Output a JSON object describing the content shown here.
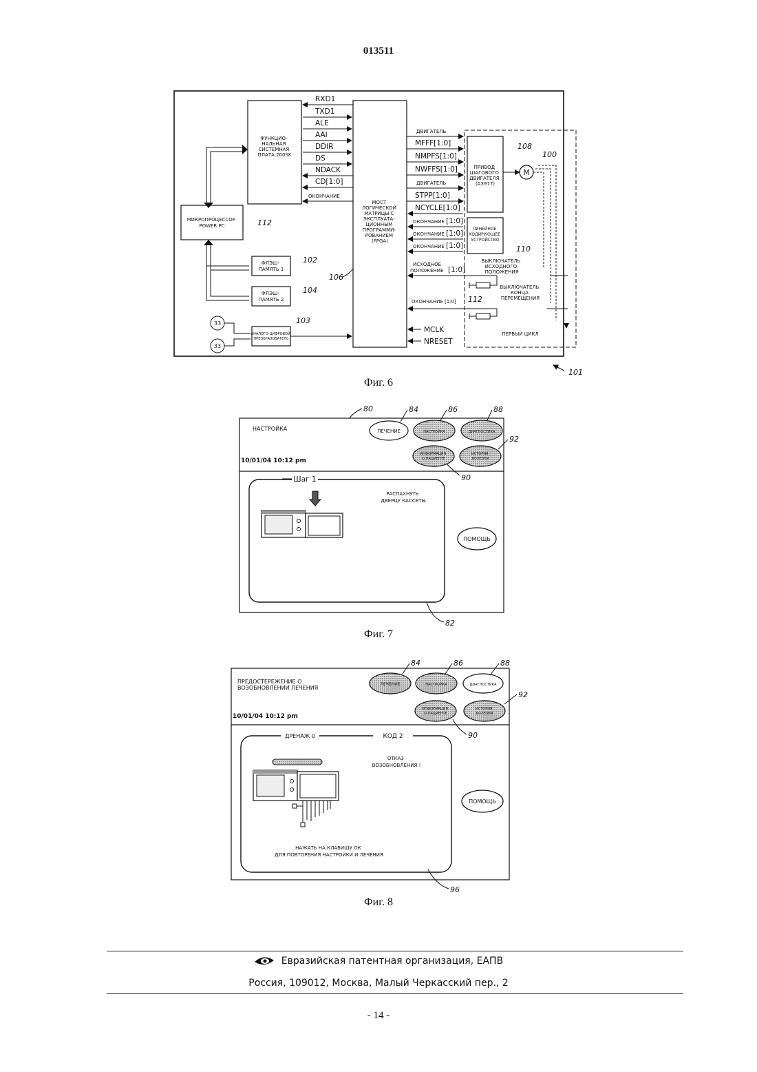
{
  "doc_number": "013511",
  "fig6": {
    "caption": "Фиг. 6",
    "board": [
      "ФУНКЦИО-",
      "НАЛЬНАЯ",
      "СИСТЕМНАЯ",
      "ПЛАТА 200SK"
    ],
    "cpu": [
      "МИКРОПРОЦЕССОР",
      "POWER PC"
    ],
    "flash1": [
      "ФЛЭШ-",
      "ПАМЯТЬ 1"
    ],
    "flash2": [
      "ФЛЭШ-",
      "ПАМЯТЬ 2"
    ],
    "adc": [
      "АНАЛОГО-ЦИФРОВОЙ",
      "ПРЕОБРАЗОВАТЕЛЬ"
    ],
    "fpga": [
      "МОСТ",
      "ЛОГИЧЕСКОЙ",
      "МАТРИЦЫ С",
      "ЭКСПЛУАТА-",
      "ЦИОННЫМ",
      "ПРОГРАММИ-",
      "РОВАНИЕМ",
      "(FPGA)"
    ],
    "driver": [
      "ПРИВОД",
      "ШАГОВОГО",
      "ДВИГАТЕЛЯ",
      "(A3977)"
    ],
    "encoder": [
      "ЛИНЕЙНОЕ",
      "КОДИРУЮЩЕЕ",
      "УСТРОЙСТВО"
    ],
    "motor": "M",
    "sensor33": "33",
    "home_switch": [
      "ВЫКЛЮЧАТЕЛЬ",
      "ИСХОДНОГО",
      "ПОЛОЖЕНИЯ"
    ],
    "end_switch": [
      "ВЫКЛЮЧАТЕЛЬ",
      "КОНЦА",
      "ПЕРЕМЕЩЕНИЯ"
    ],
    "first_cycle": "ПЕРВЫЙ ЦИКЛ",
    "left_signals": [
      "RXD1",
      "TXD1",
      "ALE",
      "AAI",
      "DDIR",
      "DS",
      "NDACK",
      "CD[1:0]"
    ],
    "left_end": "ОКОНЧАНИЕ",
    "right_signals": {
      "motor1": "ДВИГАТЕЛЬ",
      "mfff": "MFFF[1:0]",
      "nmpfs": "NMPFS[1:0]",
      "nwffs": "NWFFS[1:0]",
      "motor2": "ДВИГАТЕЛЬ",
      "stpp": "STPP[1:0]",
      "ncycle": "NCYCLE[1:0]",
      "end_label": "ОКОНЧАНИЕ",
      "end_idx": "[1:0]",
      "home_label": [
        "ИСХОДНОЕ",
        "ПОЛОЖЕНИЕ"
      ],
      "home_idx": "[1:0]",
      "end4": "ОКОНЧАНИЕ [1:0]",
      "mclk": "MCLK",
      "nreset": "NRESET"
    },
    "refs": {
      "r101": "101",
      "r102": "102",
      "r103": "103",
      "r104": "104",
      "r106": "106",
      "r108": "108",
      "r100": "100",
      "r110": "110",
      "r112a": "112",
      "r112b": "112"
    }
  },
  "fig7": {
    "caption": "Фиг. 7",
    "title": "НАСТРОЙКА",
    "datetime": "10/01/04   10:12 pm",
    "btn_treatment": "ЛЕЧЕНИЕ",
    "btn_setup": "НАСТРОЙКА",
    "btn_diag": "ДИАГНОСТИКА",
    "btn_patient": [
      "ИНФОРМАЦИЯ",
      "О ПАЦИЕНТЕ"
    ],
    "btn_history": [
      "ИСТОРИЯ",
      "БОЛЕЗНИ"
    ],
    "step": "Шаг 1",
    "instruction": [
      "РАСПАХНУТЬ",
      "ДВЕРЦУ КАССЕТЫ"
    ],
    "help": "ПОМОЩЬ",
    "refs": {
      "r80": "80",
      "r84": "84",
      "r86": "86",
      "r88": "88",
      "r92": "92",
      "r90": "90",
      "r82": "82"
    }
  },
  "fig8": {
    "caption": "Фиг. 8",
    "title": [
      "ПРЕДОСТЕРЕЖЕНИЕ О",
      "ВОЗОБНОВЛЕНИИ ЛЕЧЕНИЯ"
    ],
    "datetime": "10/01/04   10:12 pm",
    "btn_treatment": "ЛЕЧЕНИЕ",
    "btn_setup": "НАСТРОЙКА",
    "btn_diag": "ДИАГНОСТИКА",
    "btn_patient": [
      "ИНФОРМАЦИЯ",
      "О ПАЦИЕНТЕ"
    ],
    "btn_history": [
      "ИСТОРИЯ",
      "БОЛЕЗНИ"
    ],
    "drain": "ДРЕНАЖ 0",
    "code": "КОД 2",
    "failure": [
      "ОТКАЗ",
      "ВОЗОБНОВЛЕНИЯ !"
    ],
    "press_ok": [
      "НАЖАТЬ НА КЛАВИШУ ОК",
      "ДЛЯ ПОВТОРЕНИЯ НАСТРОЙКИ И ЛЕЧЕНИЯ"
    ],
    "help": "ПОМОЩЬ",
    "refs": {
      "r84": "84",
      "r86": "86",
      "r88": "88",
      "r92": "92",
      "r90": "90",
      "r96": "96"
    }
  },
  "footer": {
    "org": "Евразийская патентная организация, ЕАПВ",
    "address": "Россия, 109012, Москва, Малый Черкасский пер., 2",
    "page": "- 14 -"
  }
}
